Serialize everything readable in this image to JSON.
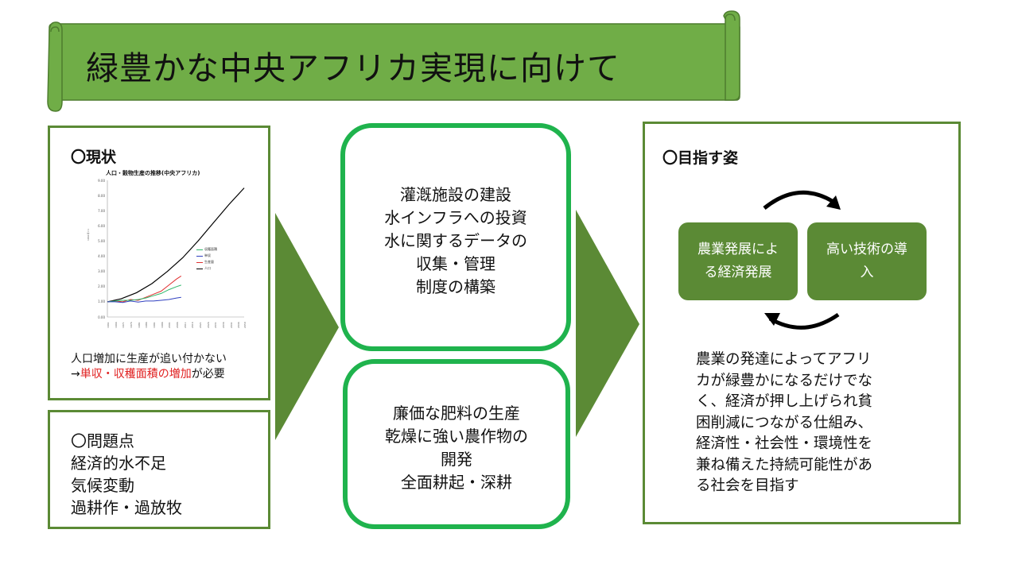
{
  "title": "緑豊かな中央アフリカ実現に向けて",
  "colors": {
    "banner": "#70ad47",
    "frame": "#5b8a35",
    "rounded_border": "#1fb34d",
    "arrow": "#5b8a35",
    "highlight": "#e02020"
  },
  "current": {
    "heading": "〇現状",
    "caption_line1": "人口増加に生産が追い付かない",
    "caption_line2_prefix": "→",
    "caption_line2_red": "単収・収穫面積の増加",
    "caption_line2_suffix": "が必要"
  },
  "chart_data": {
    "type": "line",
    "title": "人口・穀物生産の推移(中央アフリカ)",
    "ylabel": "1961年=1",
    "ylim": [
      0,
      9
    ],
    "yticks": [
      "0.00",
      "1.00",
      "2.00",
      "3.00",
      "4.00",
      "5.00",
      "6.00",
      "7.00",
      "8.00",
      "9.00"
    ],
    "xticks": [
      "1961",
      "1966",
      "1971",
      "1976",
      "1981",
      "1986",
      "1991",
      "1996",
      "2001",
      "2006",
      "2011",
      "2016",
      "2021",
      "2026",
      "2031",
      "2036",
      "2041",
      "2046",
      "2050"
    ],
    "legend": [
      "収穫面積",
      "単収",
      "生産量",
      "人口"
    ],
    "series": [
      {
        "name": "人口",
        "color": "#000000",
        "x": [
          1961,
          1970,
          1980,
          1990,
          2000,
          2010,
          2020,
          2030,
          2040,
          2050
        ],
        "values": [
          1.0,
          1.2,
          1.6,
          2.2,
          3.0,
          3.9,
          5.0,
          6.2,
          7.4,
          8.5
        ]
      },
      {
        "name": "生産量",
        "color": "#e03030",
        "x": [
          1961,
          1966,
          1971,
          1976,
          1981,
          1986,
          1991,
          1996,
          2001,
          2006,
          2009
        ],
        "values": [
          1.0,
          1.05,
          1.0,
          1.15,
          1.1,
          1.3,
          1.5,
          1.7,
          2.1,
          2.5,
          2.7
        ]
      },
      {
        "name": "収穫面積",
        "color": "#2fb86a",
        "x": [
          1961,
          1966,
          1971,
          1976,
          1981,
          1986,
          1991,
          1996,
          2001,
          2006,
          2009
        ],
        "values": [
          1.0,
          1.05,
          1.1,
          1.1,
          1.15,
          1.25,
          1.4,
          1.55,
          1.8,
          2.0,
          2.1
        ]
      },
      {
        "name": "単収",
        "color": "#3040c0",
        "x": [
          1961,
          1966,
          1971,
          1976,
          1981,
          1986,
          1991,
          1996,
          2001,
          2006,
          2009
        ],
        "values": [
          1.0,
          1.0,
          0.95,
          1.05,
          0.98,
          1.05,
          1.05,
          1.1,
          1.15,
          1.25,
          1.3
        ]
      }
    ]
  },
  "problems": {
    "heading": "〇問題点",
    "items": [
      "経済的水不足",
      "気候変動",
      "過耕作・過放牧"
    ]
  },
  "measures_top": {
    "lines": [
      "灌漑施設の建設",
      "水インフラへの投資",
      "水に関するデータの",
      "収集・管理",
      "制度の構築"
    ]
  },
  "measures_bottom": {
    "lines": [
      "廉価な肥料の生産",
      "乾燥に強い農作物の",
      "開発",
      "全面耕起・深耕"
    ]
  },
  "goal": {
    "heading": "〇目指す姿",
    "box_left": [
      "農業発展によ",
      "る経済発展"
    ],
    "box_right": [
      "高い技術の導",
      "入"
    ],
    "description": [
      "農業の発達によってアフリ",
      "カが緑豊かになるだけでな",
      "く、経済が押し上げられ貧",
      "困削減につながる仕組み、",
      "経済性・社会性・環境性を",
      "兼ね備えた持続可能性があ",
      "る社会を目指す"
    ]
  }
}
